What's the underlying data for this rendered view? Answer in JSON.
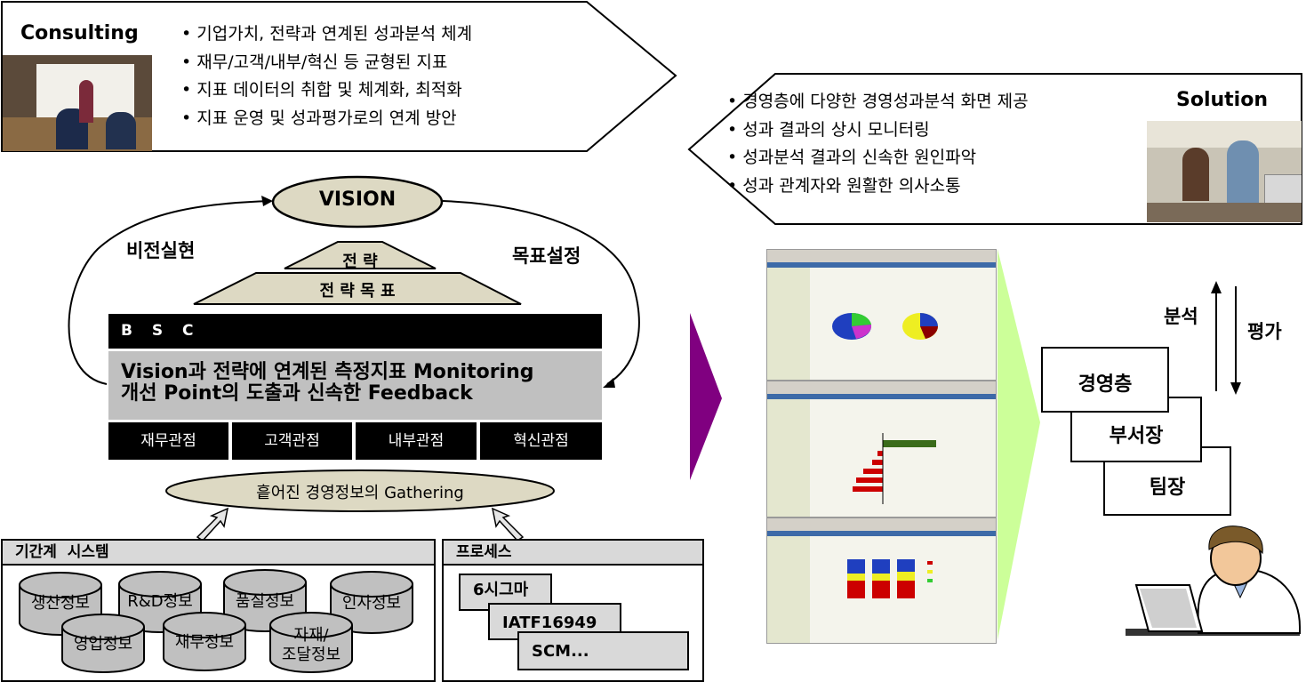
{
  "consulting": {
    "title": "Consulting",
    "bullets": [
      "기업가치, 전략과 연계된 성과분석 체계",
      "재무/고객/내부/혁신 등 균형된 지표",
      "지표 데이터의 취합 및 체계화, 최적화",
      "지표 운영 및 성과평가로의 연계 방안"
    ]
  },
  "solution": {
    "title": "Solution",
    "bullets": [
      "경영층에 다양한 경영성과분석 화면 제공",
      "성과 결과의 상시 모니터링",
      "성과분석 결과의 신속한 원인파악",
      "성과 관계자와 원활한 의사소통"
    ]
  },
  "cycle": {
    "vision": "VISION",
    "left_label": "비전실현",
    "right_label": "목표설정",
    "strategy": "전 략",
    "strategy_goal": "전 략 목 표"
  },
  "bsc": {
    "header": "B S C",
    "line1": "Vision과 전략에 연계된 측정지표 Monitoring",
    "line2": "개선 Point의 도출과 신속한 Feedback",
    "perspectives": [
      "재무관점",
      "고객관점",
      "내부관점",
      "혁신관점"
    ]
  },
  "gathering": "흩어진 경영정보의 Gathering",
  "legacy": {
    "title": "기간계  시스템",
    "items": [
      "생산정보",
      "R&D정보",
      "품질정보",
      "인사정보",
      "영업정보",
      "재무정보",
      "자재/\n조달정보"
    ]
  },
  "process": {
    "title": "프로세스",
    "items": [
      "6시그마",
      "IATF16949",
      "SCM..."
    ]
  },
  "org": {
    "analysis": "분석",
    "evaluation": "평가",
    "levels": [
      "경영층",
      "부서장",
      "팀장"
    ]
  },
  "colors": {
    "tan": "#ddd9c3",
    "purple": "#800080",
    "light_green": "#ccff99",
    "gray": "#c0c0c0"
  }
}
